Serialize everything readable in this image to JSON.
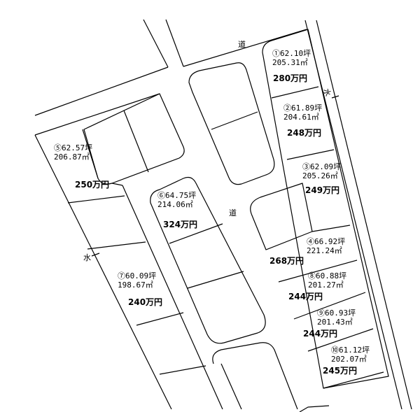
{
  "roads": {
    "north_label": "道",
    "center_label": "道"
  },
  "waterways": {
    "west_label": "水",
    "east_label": "水"
  },
  "lots": [
    {
      "id": "lot-1",
      "tsubo": "①62.10坪",
      "sqm": "205.31㎡",
      "price": "280万円"
    },
    {
      "id": "lot-2",
      "tsubo": "②61.89坪",
      "sqm": "204.61㎡",
      "price": "248万円"
    },
    {
      "id": "lot-3",
      "tsubo": "③62.09坪",
      "sqm": "205.26㎡",
      "price": "249万円"
    },
    {
      "id": "lot-4",
      "tsubo": "④66.92坪",
      "sqm": "221.24㎡",
      "price": "268万円"
    },
    {
      "id": "lot-5",
      "tsubo": "⑤62.57坪",
      "sqm": "206.87㎡",
      "price": "250万円"
    },
    {
      "id": "lot-6",
      "tsubo": "⑥64.75坪",
      "sqm": "214.06㎡",
      "price": "324万円"
    },
    {
      "id": "lot-7",
      "tsubo": "⑦60.09坪",
      "sqm": "198.67㎡",
      "price": "240万円"
    },
    {
      "id": "lot-8",
      "tsubo": "⑧60.88坪",
      "sqm": "201.27㎡",
      "price": "244万円"
    },
    {
      "id": "lot-9",
      "tsubo": "⑨60.93坪",
      "sqm": "201.43㎡",
      "price": "244万円"
    },
    {
      "id": "lot-10",
      "tsubo": "⑩61.12坪",
      "sqm": "202.07㎡",
      "price": "245万円"
    }
  ]
}
